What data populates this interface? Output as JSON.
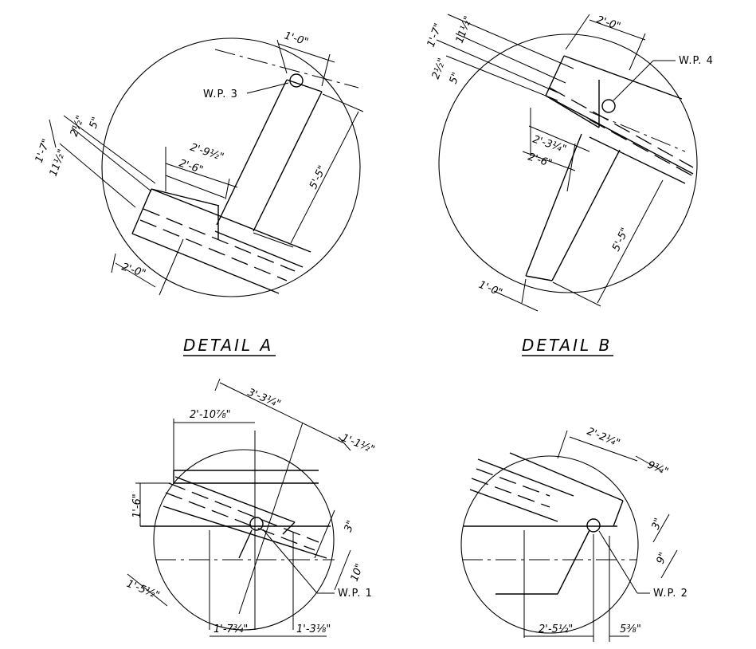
{
  "details": {
    "a": {
      "title": "DETAIL A",
      "work_point": "W.P. 3",
      "dims": {
        "top_width": "1'-0\"",
        "vert_length": "5'-5\"",
        "overall": "2'-9½\"",
        "inner": "2'-6\"",
        "bottom_width": "2'-0\"",
        "left_1": "1'-7\"",
        "left_2": "11½\"",
        "left_3": "2½\"",
        "left_4": "5\""
      }
    },
    "b": {
      "title": "DETAIL B",
      "work_point": "W.P. 4",
      "dims": {
        "top_width": "2'-0\"",
        "left_1": "1'-7\"",
        "left_2": "11½\"",
        "left_3": "2½\"",
        "left_4": "5\"",
        "overall": "2'-3¼\"",
        "inner": "2'-6\"",
        "vert_length": "5'-5\"",
        "bottom_width": "1'-0\""
      }
    },
    "c": {
      "work_point": "W.P. 1",
      "dims": {
        "top_long": "3'-3¼\"",
        "top_short": "2'-10⅞\"",
        "right_top": "1'-1½\"",
        "left_vert": "1'-6\"",
        "right_3": "3\"",
        "right_10": "10\"",
        "bottom_left": "1'-5½\"",
        "bottom_mid": "1'-7¾\"",
        "bottom_right": "1'-3⅛\""
      }
    },
    "d": {
      "work_point": "W.P. 2",
      "dims": {
        "top": "2'-2¼\"",
        "right_top": "9¾\"",
        "right_3": "3\"",
        "right_9": "9\"",
        "bottom_left": "2'-5½\"",
        "bottom_right": "5⅜\""
      }
    }
  }
}
